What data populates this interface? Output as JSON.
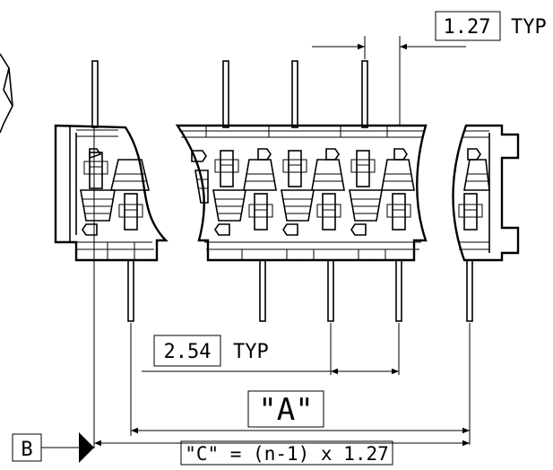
{
  "drawing": {
    "dim_pitch_small": {
      "value": "1.27",
      "suffix": "TYP"
    },
    "dim_pitch_large": {
      "value": "2.54",
      "suffix": "TYP"
    },
    "dim_a": {
      "label": "\"A\""
    },
    "dim_c": {
      "label": "\"C\" = (n-1) x 1.27"
    },
    "datum": {
      "label": "B"
    }
  }
}
